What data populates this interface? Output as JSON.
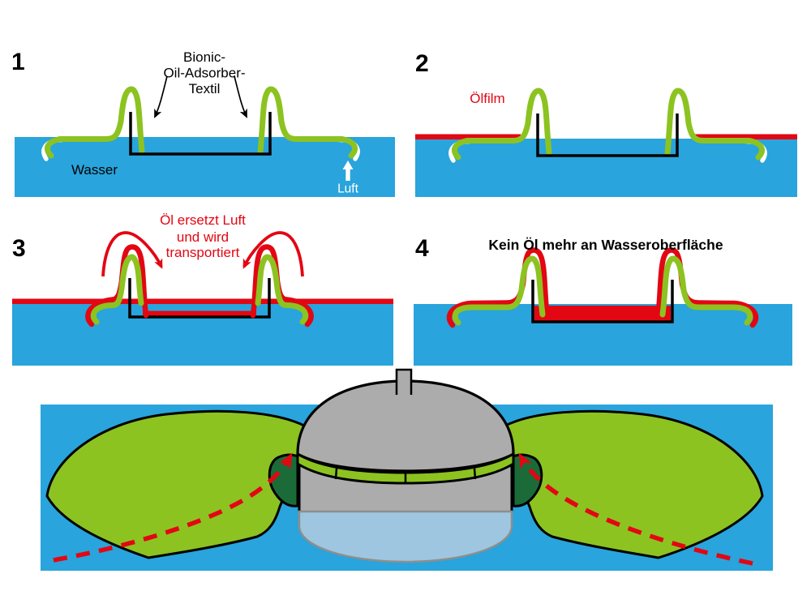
{
  "colors": {
    "water": "#29A4DC",
    "green": "#8CC320",
    "red": "#E30613",
    "dgreen": "#1B6B38",
    "gray": "#ACACAC",
    "lblue": "#9EC6E0",
    "ink": "#000000",
    "white": "#FFFFFF"
  },
  "panel1": {
    "number": "1",
    "label_line1": "Bionic-",
    "label_line2": "Oil-Adsorber-",
    "label_line3": "Textil",
    "water_label": "Wasser",
    "air_label": "Luft"
  },
  "panel2": {
    "number": "2",
    "oil_film_label": "Ölfilm"
  },
  "panel3": {
    "number": "3",
    "caption_line1": "Öl ersetzt Luft",
    "caption_line2": "und wird",
    "caption_line3": "transportiert"
  },
  "panel4": {
    "number": "4",
    "caption": "Kein Öl mehr an Wasseroberfläche"
  }
}
